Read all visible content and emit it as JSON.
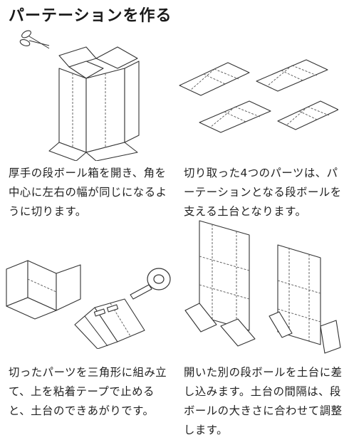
{
  "page": {
    "title": "パーテーションを作る"
  },
  "steps": [
    {
      "text": "厚手の段ボール箱を開き、角を中心に左右の幅が同じになるように切ります。"
    },
    {
      "text": "切り取った4つのパーツは、パーテーションとなる段ボールを支える土台となります。"
    },
    {
      "text": "切ったパーツを三角形に組み立て、上を粘着テープで止めると、土台のできあがりです。"
    },
    {
      "text": "開いた別の段ボールを土台に差し込みます。土台の間隔は、段ボールの大きさに合わせて調整します。"
    }
  ]
}
